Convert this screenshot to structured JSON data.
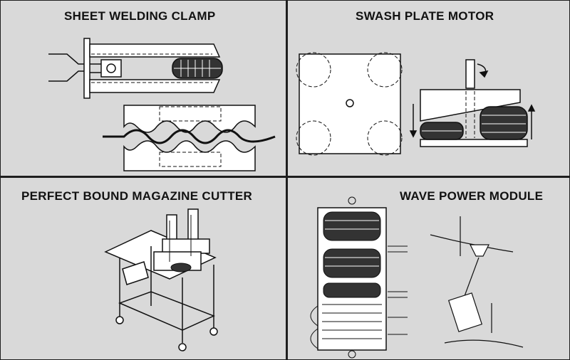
{
  "panels": [
    {
      "title": "SHEET WELDING CLAMP"
    },
    {
      "title": "SWASH PLATE MOTOR"
    },
    {
      "title": "PERFECT BOUND MAGAZINE CUTTER"
    },
    {
      "title": "WAVE POWER MODULE"
    }
  ]
}
